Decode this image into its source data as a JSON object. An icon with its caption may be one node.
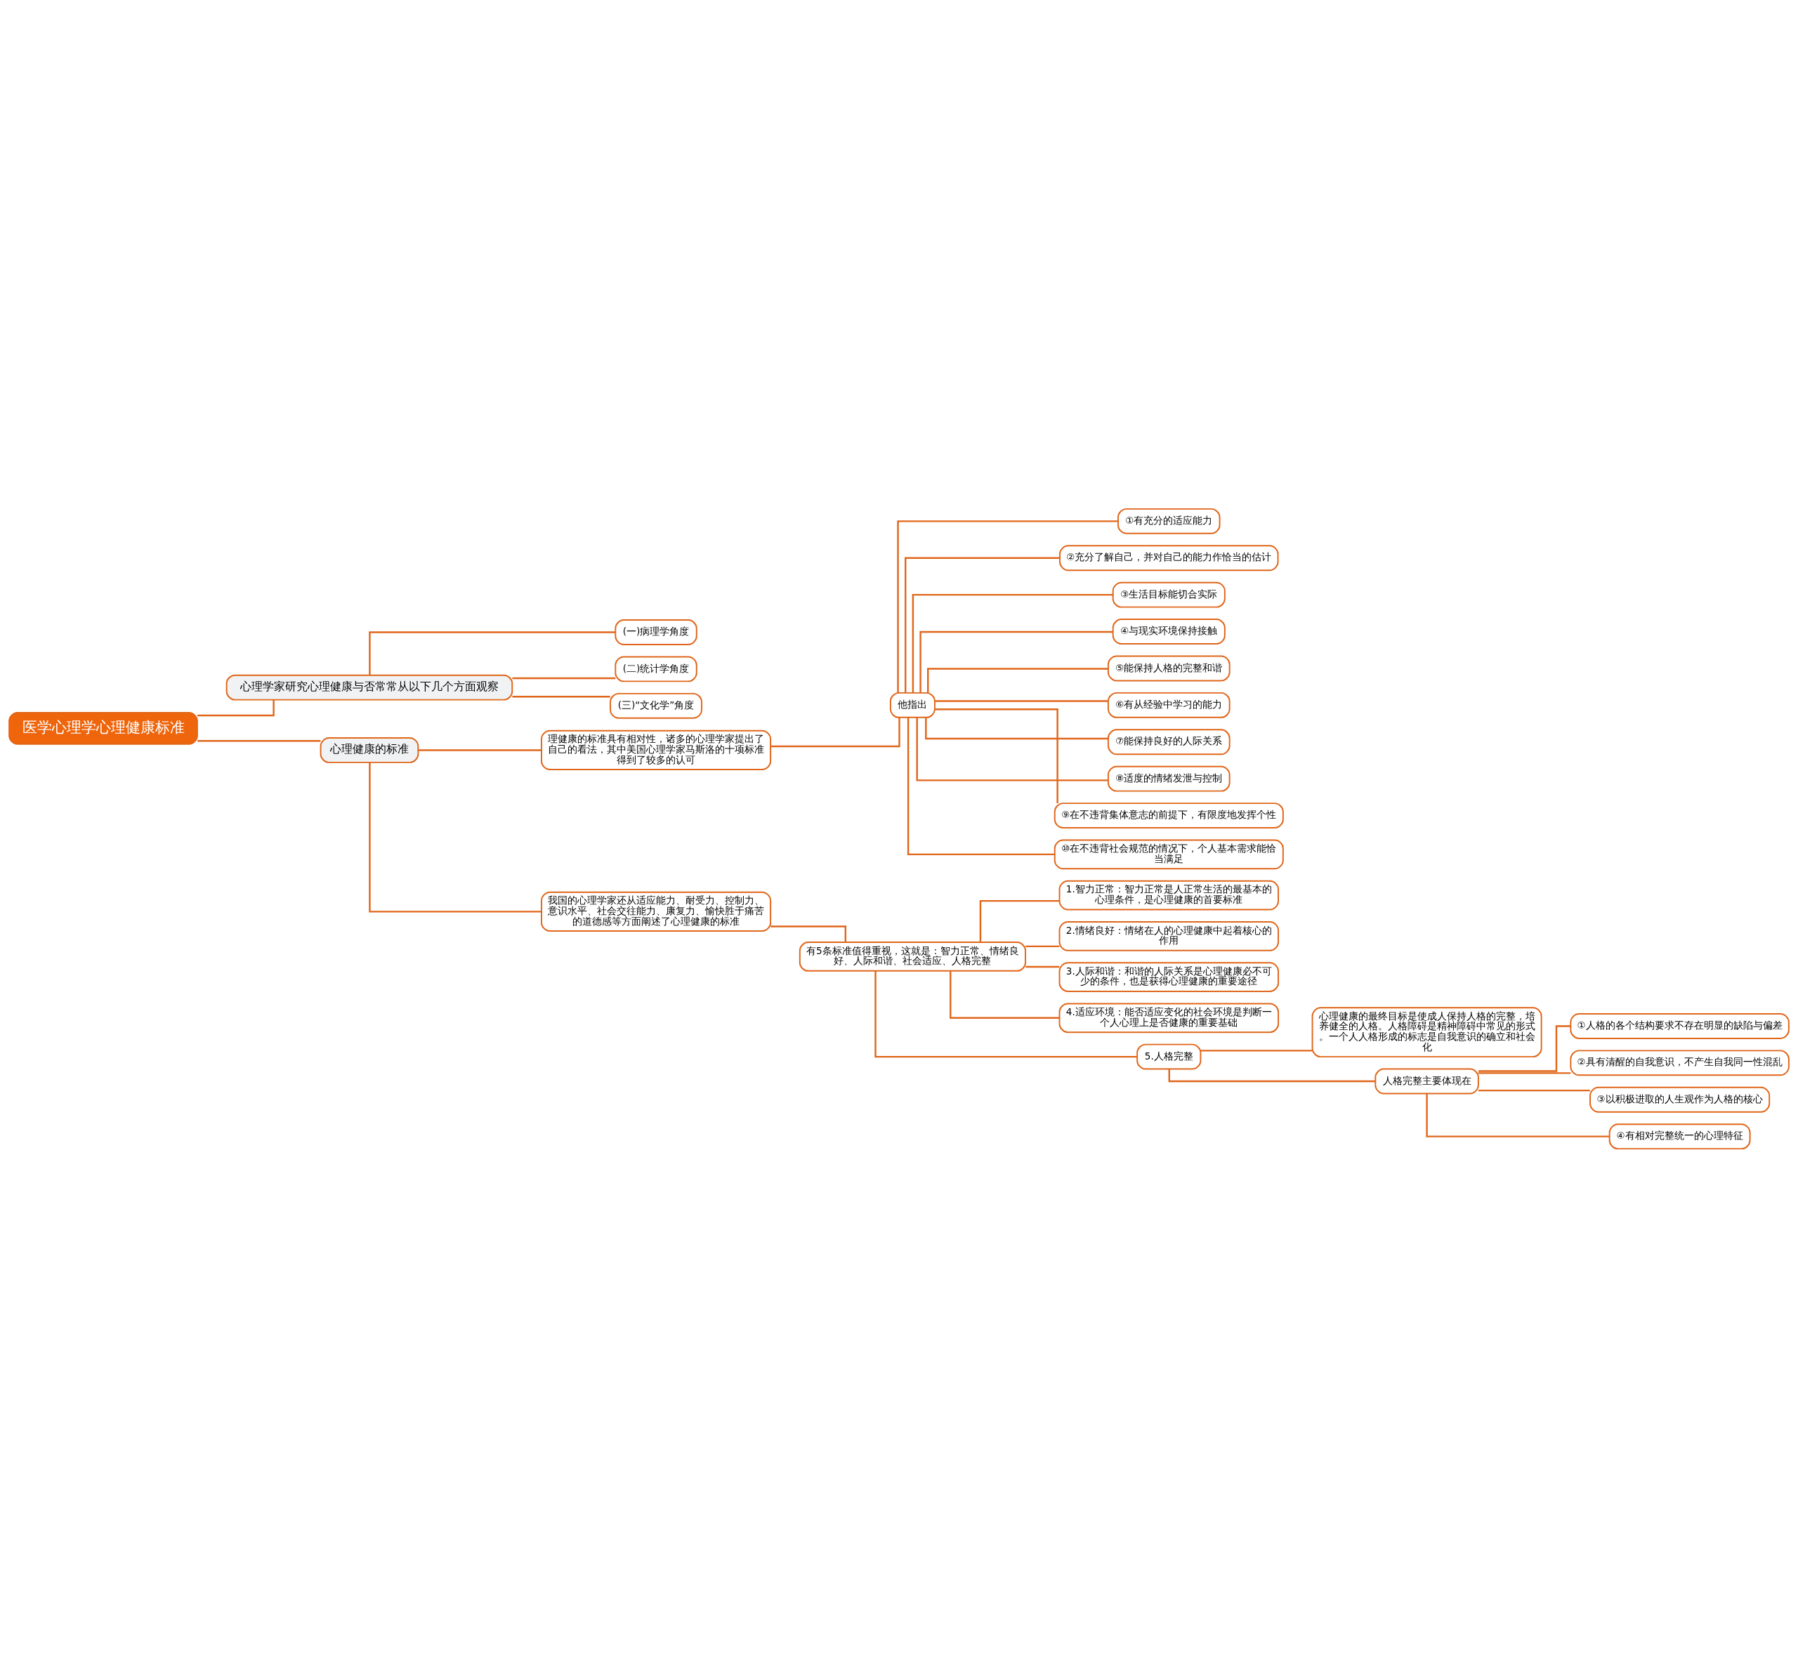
{
  "diagram": {
    "nodes": [
      {
        "text": [
          "医学心理学心理健康标准"
        ]
      },
      {
        "text": [
          "心理学家研究心理健康与否常常从以下几个方面观察"
        ]
      },
      {
        "text": [
          "(一)病理学角度"
        ]
      },
      {
        "text": [
          "(二)统计学角度"
        ]
      },
      {
        "text": [
          "(三)“文化学”角度"
        ]
      },
      {
        "text": [
          "心理健康的标准"
        ]
      },
      {
        "text": [
          "理健康的标准具有相对性，诸多的心理学家提出了自己的看法，其中美国心理学家马斯洛的十项标准得到了较多的认可"
        ]
      },
      {
        "text": [
          "他指出"
        ]
      },
      {
        "text": [
          "①有充分的适应能力"
        ]
      },
      {
        "text": [
          "②充分了解自己，并对自己的能力作恰当的估计"
        ]
      },
      {
        "text": [
          "③生活目标能切合实际"
        ]
      },
      {
        "text": [
          "④与现实环境保持接触"
        ]
      },
      {
        "text": [
          "⑤能保持人格的完整和谐"
        ]
      },
      {
        "text": [
          "⑥有从经验中学习的能力"
        ]
      },
      {
        "text": [
          "⑦能保持良好的人际关系"
        ]
      },
      {
        "text": [
          "⑧适度的情绪发泄与控制"
        ]
      },
      {
        "text": [
          "⑨在不违背集体意志的前提下，有限度地发挥个性"
        ]
      },
      {
        "text": [
          "⑩在不违背社会规范的情况下，个人基本需求能恰当满足"
        ]
      },
      {
        "text": [
          "我国的心理学家还从适应能力、耐受力、控制力、意识水平、社会交往能力、康复力、愉快胜于痛苦的道德感等方面阐述了心理健康的标准"
        ]
      },
      {
        "text": [
          "有5条标准值得重视，这就是：智力正常、情绪良好、人际和谐、社会适应、人格完整"
        ]
      },
      {
        "text": [
          "1.智力正常：智力正常是人正常生活的最基本的心理条件，是心理健康的首要标准"
        ]
      },
      {
        "text": [
          "2.情绪良好：情绪在人的心理健康中起着核心的作用"
        ]
      },
      {
        "text": [
          "3.人际和谐：和谐的人际关系是心理健康必不可少的条件，也是获得心理健康的重要途径"
        ]
      },
      {
        "text": [
          "4.适应环境：能否适应变化的社会环境是判断一个人心理上是否健康的重要基础"
        ]
      },
      {
        "text": [
          "5.人格完整"
        ]
      },
      {
        "text": [
          "心理健康的最终目标是使成人保持人格的完整，培养健全的人格。人格障碍是精神障碍中常见的形式。一个人人格形成的标志是自我意识的确立和社会化"
        ]
      },
      {
        "text": [
          "人格完整主要体现在"
        ]
      },
      {
        "text": [
          "①人格的各个结构要求不存在明显的缺陷与偏差"
        ]
      },
      {
        "text": [
          "②具有清醒的自我意识，不产生自我同一性混乱"
        ]
      },
      {
        "text": [
          "③以积极进取的人生观作为人格的核心"
        ]
      },
      {
        "text": [
          "④有相对完整统一的心理特征"
        ]
      }
    ],
    "edges": [
      {
        "from": 0,
        "to": 1,
        "arrow": "none"
      },
      {
        "from": 1,
        "to": 2,
        "arrow": "none"
      },
      {
        "from": 1,
        "to": 3,
        "arrow": "none"
      },
      {
        "from": 1,
        "to": 4,
        "arrow": "none"
      },
      {
        "from": 0,
        "to": 5,
        "arrow": "none"
      },
      {
        "from": 5,
        "to": 6,
        "arrow": "none"
      },
      {
        "from": 6,
        "to": 7,
        "arrow": "none"
      },
      {
        "from": 7,
        "to": 8,
        "arrow": "none"
      },
      {
        "from": 7,
        "to": 9,
        "arrow": "none"
      },
      {
        "from": 7,
        "to": 10,
        "arrow": "none"
      },
      {
        "from": 7,
        "to": 11,
        "arrow": "none"
      },
      {
        "from": 7,
        "to": 12,
        "arrow": "none"
      },
      {
        "from": 7,
        "to": 13,
        "arrow": "none"
      },
      {
        "from": 7,
        "to": 14,
        "arrow": "none"
      },
      {
        "from": 7,
        "to": 15,
        "arrow": "none"
      },
      {
        "from": 7,
        "to": 16,
        "arrow": "none"
      },
      {
        "from": 7,
        "to": 17,
        "arrow": "none"
      },
      {
        "from": 5,
        "to": 18,
        "arrow": "none"
      },
      {
        "from": 18,
        "to": 19,
        "arrow": "none"
      },
      {
        "from": 19,
        "to": 20,
        "arrow": "none"
      },
      {
        "from": 19,
        "to": 21,
        "arrow": "none"
      },
      {
        "from": 19,
        "to": 22,
        "arrow": "none"
      },
      {
        "from": 19,
        "to": 23,
        "arrow": "none"
      },
      {
        "from": 19,
        "to": 24,
        "arrow": "none"
      },
      {
        "from": 24,
        "to": 25,
        "arrow": "none"
      },
      {
        "from": 24,
        "to": 26,
        "arrow": "none"
      },
      {
        "from": 26,
        "to": 27,
        "arrow": "none"
      },
      {
        "from": 26,
        "to": 28,
        "arrow": "none"
      },
      {
        "from": 26,
        "to": 29,
        "arrow": "none"
      },
      {
        "from": 26,
        "to": 30,
        "arrow": "none"
      }
    ]
  }
}
